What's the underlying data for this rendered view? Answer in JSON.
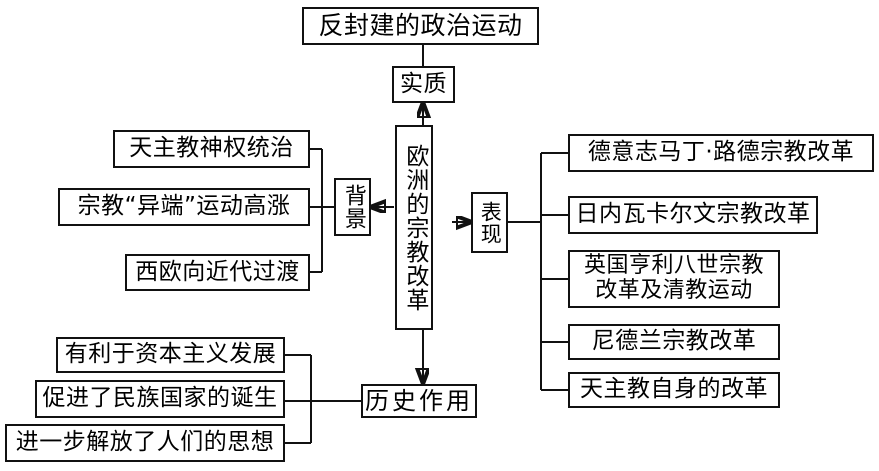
{
  "diagram": {
    "title": "欧洲的宗教改革",
    "type": "concept-map",
    "line_color": "#111111",
    "box_border_color": "#111111",
    "background_color": "#ffffff"
  },
  "nodes": {
    "essence_result": {
      "label": "反封建的政治运动"
    },
    "essence_label": {
      "label": "实质"
    },
    "center": {
      "label": "欧洲的宗教改革"
    },
    "background_label": {
      "label": "背景"
    },
    "manifestation_label": {
      "label": "表现"
    },
    "role_label": {
      "label": "历史作用"
    }
  },
  "background_items": [
    {
      "label": "天主教神权统治"
    },
    {
      "label": "宗教“异端”运动高涨"
    },
    {
      "label": "西欧向近代过渡"
    }
  ],
  "manifestation_items": [
    {
      "label": "德意志马丁·路德宗教改革"
    },
    {
      "label": "日内瓦卡尔文宗教改革"
    },
    {
      "label": "英国亨利八世宗教\n改革及清教运动"
    },
    {
      "label": "尼德兰宗教改革"
    },
    {
      "label": "天主教自身的改革"
    }
  ],
  "role_items": [
    {
      "label": "有利于资本主义发展"
    },
    {
      "label": "促进了民族国家的诞生"
    },
    {
      "label": "进一步解放了人们的思想"
    }
  ]
}
